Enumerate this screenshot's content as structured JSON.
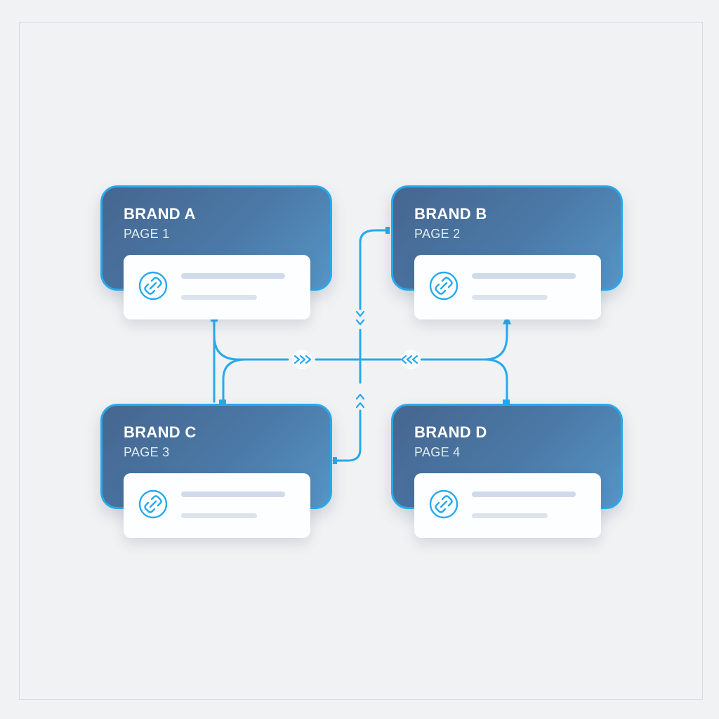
{
  "cards": [
    {
      "title": "BRAND A",
      "subtitle": "PAGE 1",
      "icon": "link-icon"
    },
    {
      "title": "BRAND B",
      "subtitle": "PAGE 2",
      "icon": "link-icon"
    },
    {
      "title": "BRAND C",
      "subtitle": "PAGE 3",
      "icon": "link-icon"
    },
    {
      "title": "BRAND D",
      "subtitle": "PAGE 4",
      "icon": "link-icon"
    }
  ],
  "colors": {
    "background": "#f1f2f3",
    "accent": "#27a9ec",
    "card_gradient_start": "#45668f",
    "card_gradient_end": "#5595c6",
    "panel": "#fdfeff"
  }
}
